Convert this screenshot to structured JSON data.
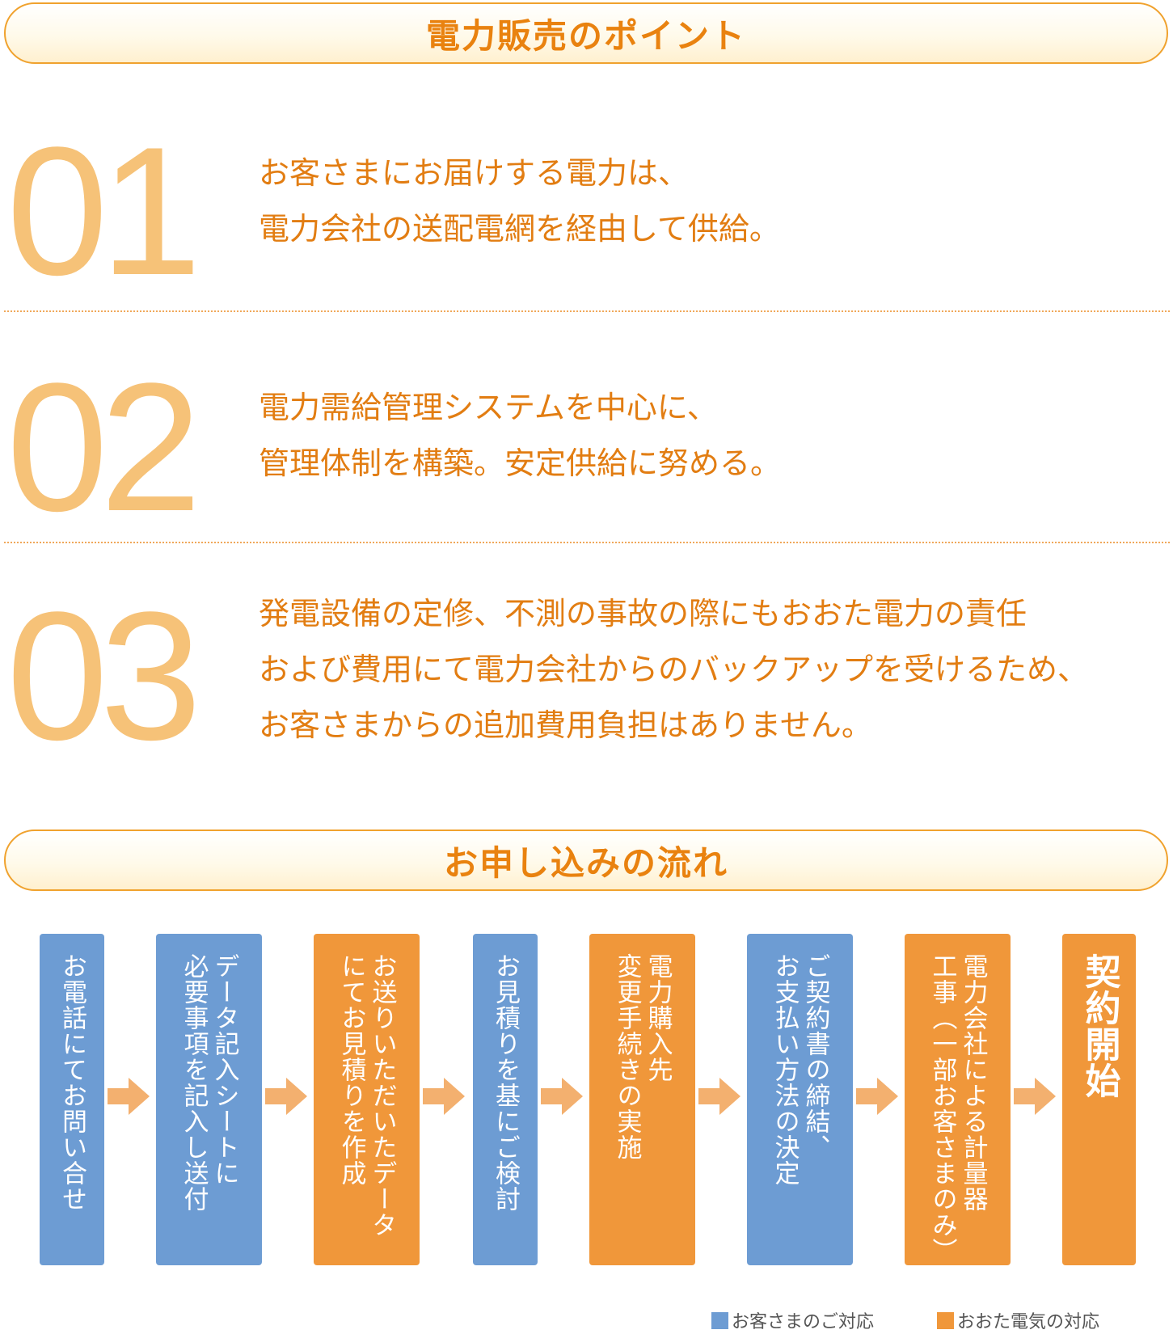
{
  "section1": {
    "title": "電力販売のポイント"
  },
  "points": [
    {
      "number": "01",
      "lines": [
        "お客さまにお届けする電力は、",
        "電力会社の送配電網を経由して供給。"
      ]
    },
    {
      "number": "02",
      "lines": [
        "電力需給管理システムを中心に、",
        "管理体制を構築。安定供給に努める。"
      ]
    },
    {
      "number": "03",
      "lines": [
        "発電設備の定修、不測の事故の際にもおおた電力の責任",
        "および費用にて電力会社からのバックアップを受けるため、",
        "お客さまからの追加費用負担はありません。"
      ]
    }
  ],
  "section2": {
    "title": "お申し込みの流れ"
  },
  "steps": [
    {
      "text": "お電話にてお問い合せ",
      "actor": "customer"
    },
    {
      "text": "データ記入シートに\n必要事項を記入し送付",
      "actor": "customer"
    },
    {
      "text": "お送りいただいたデータ\nにてお見積りを作成",
      "actor": "company"
    },
    {
      "text": "お見積りを基にご検討",
      "actor": "customer"
    },
    {
      "text": "電力購入先\n変更手続きの実施",
      "actor": "company"
    },
    {
      "text": "ご契約書の締結、\nお支払い方法の決定",
      "actor": "customer"
    },
    {
      "text": "電力会社による計量器\n工事（一部お客さまのみ）",
      "actor": "company"
    },
    {
      "text": "契約開始",
      "actor": "company"
    }
  ],
  "legend": {
    "customer": {
      "label": "お客さまのご対応",
      "color": "#6d9cd3"
    },
    "company": {
      "label": "おおた電気の対応",
      "color": "#f0973a"
    }
  },
  "colors": {
    "accent": "#e9820f",
    "number": "#f6c278",
    "arrow": "#f3b06f"
  }
}
